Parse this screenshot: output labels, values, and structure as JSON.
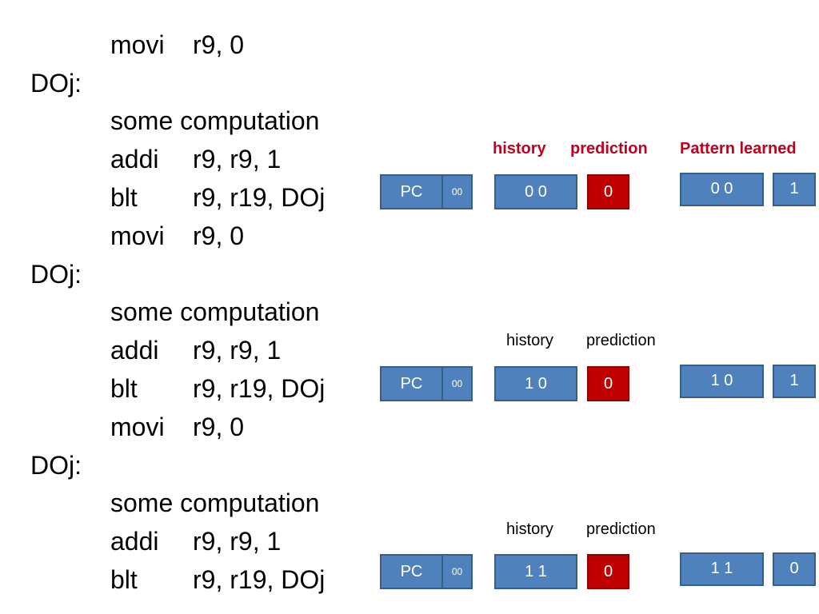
{
  "code": [
    {
      "kind": "instr",
      "op": "movi",
      "args": "r9, 0"
    },
    {
      "kind": "label",
      "text": "DOj:"
    },
    {
      "kind": "instr",
      "op": "some computation",
      "args": ""
    },
    {
      "kind": "instr",
      "op": "addi",
      "args": "r9, r9, 1"
    },
    {
      "kind": "instr",
      "op": "blt",
      "args": "r9, r19, DOj"
    },
    {
      "kind": "instr",
      "op": "movi",
      "args": "r9, 0"
    },
    {
      "kind": "label",
      "text": "DOj:"
    },
    {
      "kind": "instr",
      "op": "some computation",
      "args": ""
    },
    {
      "kind": "instr",
      "op": "addi",
      "args": "r9, r9, 1"
    },
    {
      "kind": "instr",
      "op": "blt",
      "args": "r9, r19, DOj"
    },
    {
      "kind": "instr",
      "op": "movi",
      "args": "r9, 0"
    },
    {
      "kind": "label",
      "text": "DOj:"
    },
    {
      "kind": "instr",
      "op": "some computation",
      "args": ""
    },
    {
      "kind": "instr",
      "op": "addi",
      "args": "r9, r9, 1"
    },
    {
      "kind": "instr",
      "op": "blt",
      "args": "r9, r19, DOj"
    }
  ],
  "headers": {
    "history": "history",
    "prediction": "prediction",
    "pattern_learned": "Pattern learned"
  },
  "rows": [
    {
      "pc": "PC",
      "pc_bits": "00",
      "history": "0 0",
      "prediction": "0",
      "pattern_history": "0 0",
      "pattern_value": "1"
    },
    {
      "pc": "PC",
      "pc_bits": "00",
      "history": "1 0",
      "prediction": "0",
      "pattern_history": "1 0",
      "pattern_value": "1"
    },
    {
      "pc": "PC",
      "pc_bits": "00",
      "history": "1 1",
      "prediction": "0",
      "pattern_history": "1 1",
      "pattern_value": "0"
    }
  ],
  "colors": {
    "box_fill": "#4f81bd",
    "box_border": "#385d8a",
    "prediction_fill": "#c00000",
    "header_red": "#c0001f"
  }
}
